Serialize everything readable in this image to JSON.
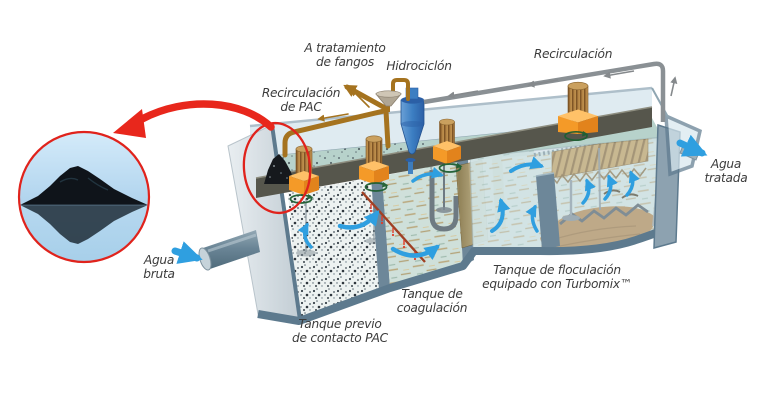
{
  "labels": {
    "sludge_treatment": "A tratamiento\nde fangos",
    "hydrocyclone": "Hidrociclón",
    "pac_recirculation": "Recirculación\nde PAC",
    "recirculation": "Recirculación",
    "raw_water": "Agua\nbruta",
    "treated_water": "Agua tratada",
    "pac_contact_tank": "Tanque previo\nde contacto PAC",
    "coagulation_tank": "Tanque de\ncoagulación",
    "flocculation_tank": "Tanque de floculación\nequipado con Turbomix™"
  },
  "colors": {
    "label_text": "#3c3c3c",
    "pac_pipe_brown": "#a5731f",
    "recirculation_pipe_gray": "#8a9094",
    "flow_arrow_blue": "#2f9fe0",
    "highlight_red": "#e8271c",
    "mixer_orange": "#f7a42f",
    "hydrocyclone_blue": "#3c7ec2",
    "tank_steel_blue": "#5d7a8e",
    "glass_light_blue": "#d8e7ee",
    "lamella_brown": "#b08a4c",
    "rotation_green": "#1e5f32",
    "coagulant_dosing_red": "#c0482a",
    "walkway_gray": "#56564c",
    "pac_powder_black": "#14181c"
  }
}
